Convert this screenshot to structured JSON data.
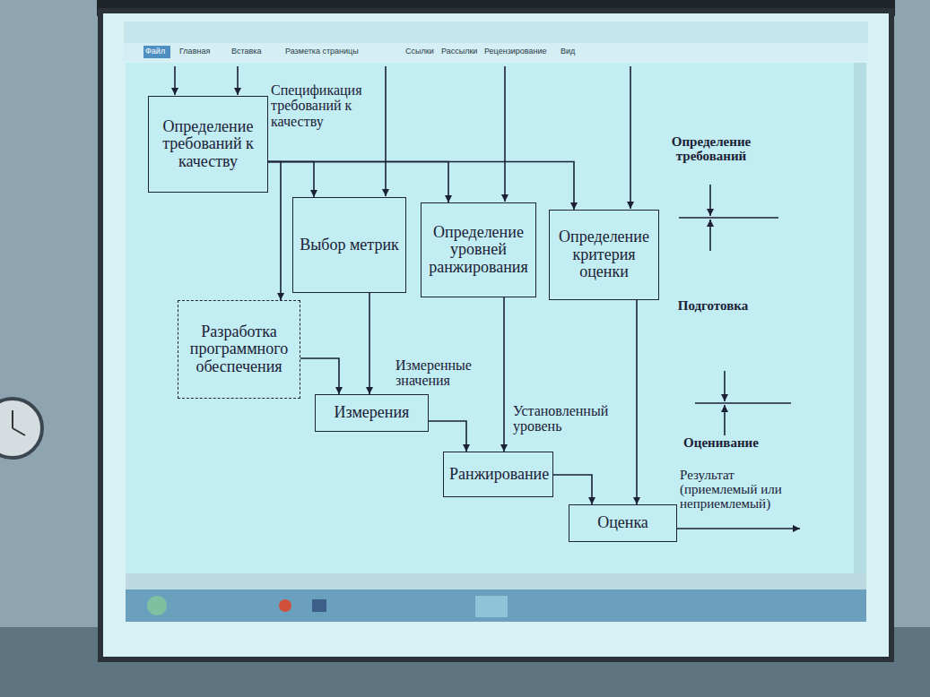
{
  "diagram": {
    "nodes": [
      {
        "text": [
          "Определение требований к качеству"
        ]
      },
      {
        "text": [
          "Выбор метрик"
        ]
      },
      {
        "text": [
          "Определение уровней ранжирования"
        ]
      },
      {
        "text": [
          "Определение критерия оценки"
        ]
      },
      {
        "text": [
          "Разработка программного обеспечения"
        ]
      },
      {
        "text": [
          "Измерения"
        ]
      },
      {
        "text": [
          "Ранжирование"
        ]
      },
      {
        "text": [
          "Оценка"
        ]
      }
    ],
    "edges": [
      {
        "from": 0,
        "to": 1,
        "arrow": "to"
      },
      {
        "from": 0,
        "to": 2,
        "arrow": "to"
      },
      {
        "from": 0,
        "to": 3,
        "arrow": "to"
      },
      {
        "from": 0,
        "to": 4,
        "arrow": "to"
      },
      {
        "from": 1,
        "to": 5,
        "arrow": "to"
      },
      {
        "from": 4,
        "to": 5,
        "arrow": "to"
      },
      {
        "from": 5,
        "to": 6,
        "label": "Измеренные значения",
        "arrow": "to"
      },
      {
        "from": 2,
        "to": 6,
        "arrow": "to"
      },
      {
        "from": 6,
        "to": 7,
        "label": "Установленный уровень",
        "arrow": "to"
      },
      {
        "from": 3,
        "to": 7,
        "arrow": "to"
      }
    ],
    "labels": [
      "Спецификация требований к качеству",
      "Результат (приемлемый или неприемлемый)",
      "Определение требований",
      "Подготовка",
      "Оценивание",
      "Файл",
      "Главная",
      "Вставка",
      "Разметка страницы",
      "Ссылки",
      "Рассылки",
      "Рецензирование",
      "Вид"
    ]
  }
}
